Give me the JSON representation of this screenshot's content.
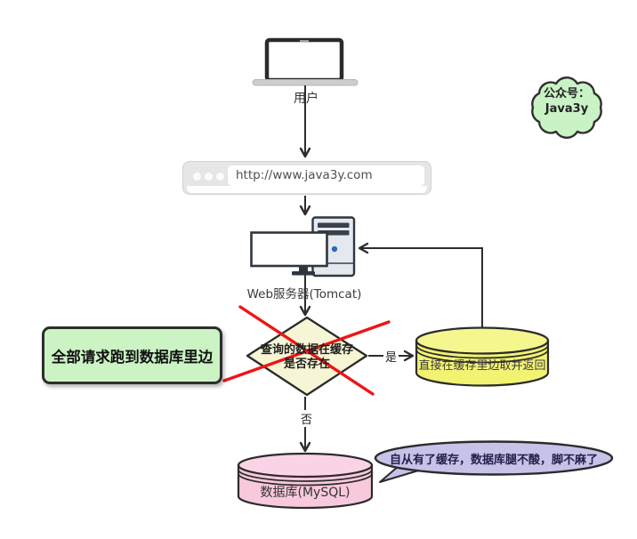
{
  "diagram": {
    "user": "用户",
    "url": "http://www.java3y.com",
    "server": "Web服务器(Tomcat)",
    "decision": [
      "查询的数据在缓存",
      "是否存在"
    ],
    "yes": "是",
    "no": "否",
    "cache": "直接在缓存里边取并返回",
    "database": "数据库(MySQL)",
    "note": "全部请求跑到数据库里边",
    "badge": [
      "公众号：",
      "Java3y"
    ],
    "speech": "自从有了缓存，数据库腿不酸，脚不麻了"
  },
  "colors": {
    "line": "#2d2d2d",
    "cross": "#ee1515",
    "decision_fill": "#f6f6d6",
    "cache_fill": "#f2f273",
    "cache_top": "#f6f68f",
    "database_fill": "#f8c8dd",
    "database_top": "#fad4e6",
    "note_fill": "#cbf3c4",
    "badge_fill": "#c9f2c5",
    "speech_fill": "#c6c2e8",
    "browser_bar": "#e6e6e6"
  }
}
